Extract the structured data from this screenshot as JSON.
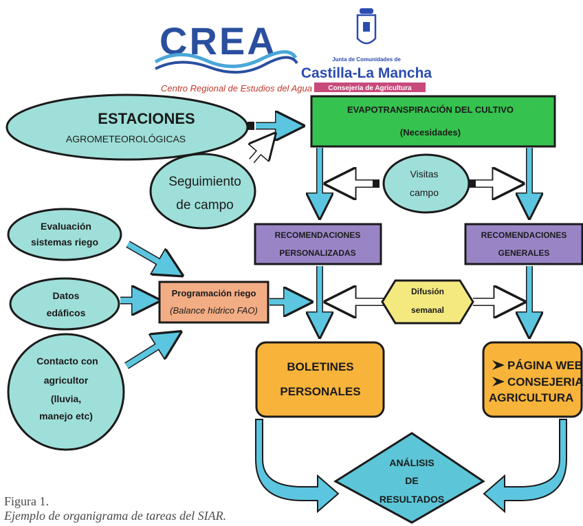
{
  "logos": {
    "crea": {
      "letters": "CREA",
      "subtitle": "Centro Regional de Estudios del Agua"
    },
    "castilla": {
      "top_line": "Junta de Comunidades de",
      "name": "Castilla-La Mancha",
      "department": "Consejería de Agricultura"
    }
  },
  "nodes": {
    "estaciones": {
      "line1": "ESTACIONES",
      "line2": "AGROMETEOROLÓGICAS"
    },
    "seguimiento": {
      "line1": "Seguimiento",
      "line2": "de campo"
    },
    "evapotranspiracion": {
      "line1": "EVAPOTRANSPIRACIÓN DEL CULTIVO",
      "line2": "(Necesidades)"
    },
    "visitas": {
      "line1": "Visitas",
      "line2": "campo"
    },
    "rec_personalizadas": {
      "line1": "RECOMENDACIONES",
      "line2": "PERSONALIZADAS"
    },
    "rec_generales": {
      "line1": "RECOMENDACIONES",
      "line2": "GENERALES"
    },
    "evaluacion": {
      "line1": "Evaluación",
      "line2": "sistemas riego"
    },
    "datos": {
      "line1": "Datos",
      "line2": "edáficos"
    },
    "contacto": {
      "line1": "Contacto con",
      "line2": "agricultor",
      "line3": "(lluvia,",
      "line4": "manejo etc)"
    },
    "programacion": {
      "line1": "Programación riego",
      "line2": "(Balance hídrico FAO)"
    },
    "difusion": {
      "line1": "Difusión",
      "line2": "semanal"
    },
    "boletines": {
      "line1": "BOLETINES",
      "line2": "PERSONALES"
    },
    "pagina": {
      "line1": "PÁGINA WEB",
      "line2": "CONSEJERIA",
      "line3": "AGRICULTURA"
    },
    "analisis": {
      "line1": "ANÁLISIS",
      "line2": "DE",
      "line3": "RESULTADOS"
    }
  },
  "caption": {
    "label": "Figura 1.",
    "text": "Ejemplo de organigrama de tareas del SIAR."
  },
  "colors": {
    "ellipse_fill": "#9fdfd9",
    "evapo_fill": "#36c24f",
    "recomendaciones_fill": "#9985c6",
    "programacion_fill": "#f3ad85",
    "difusion_fill": "#f4e97f",
    "output_fill": "#f8b43a",
    "analisis_fill": "#5cc6d8",
    "arrow_fill": "#5cc6e0",
    "crea_blue": "#2a4f9e",
    "castilla_blue": "#2a4bb0",
    "consejeria_pink": "#c84a7a"
  }
}
